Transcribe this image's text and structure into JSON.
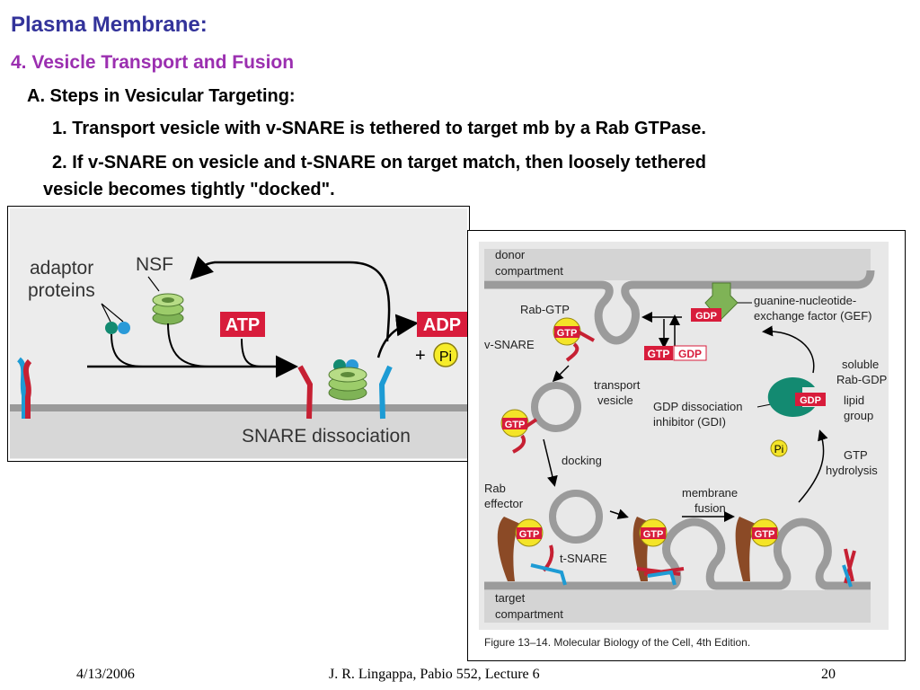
{
  "slide": {
    "title": "Plasma Membrane:",
    "subtitle": "4.  Vesicle Transport and Fusion",
    "steps_heading": "A.  Steps in Vesicular Targeting:",
    "step1": "1.  Transport vesicle with v-SNARE is tethered to target mb by a Rab GTPase.",
    "step2_line1": "2.   If v-SNARE on vesicle and t-SNARE on target match, then loosely tethered",
    "step2_line2": "vesicle becomes tightly \"docked\".",
    "footer_date": "4/13/2006",
    "footer_credit": "J. R. Lingappa, Pabio 552, Lecture 6",
    "footer_page": "20"
  },
  "left_figure": {
    "adaptor_line1": "adaptor",
    "adaptor_line2": "proteins",
    "nsf": "NSF",
    "atp": "ATP",
    "adp": "ADP",
    "plus": "+",
    "pi": "Pi",
    "caption": "SNARE dissociation"
  },
  "right_figure": {
    "donor_line1": "donor",
    "donor_line2": "compartment",
    "rab_gtp": "Rab-GTP",
    "v_snare": "v-SNARE",
    "gtp": "GTP",
    "gdp": "GDP",
    "gef_line1": "guanine-nucleotide-",
    "gef_line2": "exchange factor (GEF)",
    "transport_line1": "transport",
    "transport_line2": "vesicle",
    "gdi_line1": "GDP dissociation",
    "gdi_line2": "inhibitor (GDI)",
    "soluble_line1": "soluble",
    "soluble_line2": "Rab-GDP",
    "lipid_line1": "lipid",
    "lipid_line2": "group",
    "pi": "Pi",
    "gtp_hyd_line1": "GTP",
    "gtp_hyd_line2": "hydrolysis",
    "docking": "docking",
    "rab_eff_line1": "Rab",
    "rab_eff_line2": "effector",
    "fusion_line1": "membrane",
    "fusion_line2": "fusion",
    "t_snare": "t-SNARE",
    "target_line1": "target",
    "target_line2": "compartment",
    "caption": "Figure 13–14. Molecular Biology of the Cell, 4th Edition."
  }
}
